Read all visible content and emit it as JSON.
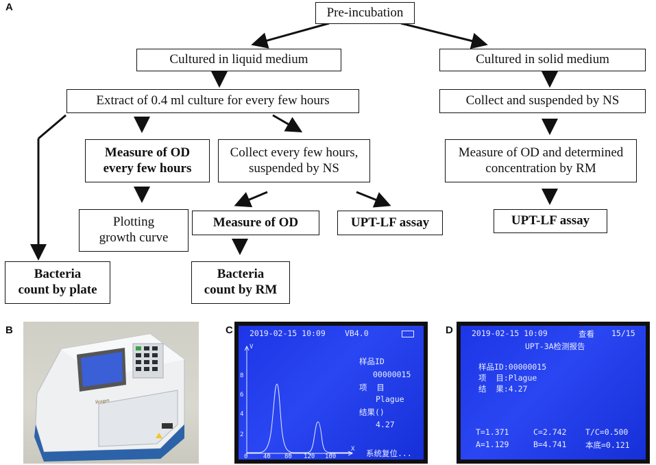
{
  "panels": {
    "a": "A",
    "b": "B",
    "c": "C",
    "d": "D"
  },
  "flow": {
    "preincubation": "Pre-incubation",
    "liquid": "Cultured in liquid medium",
    "solid": "Cultured in solid medium",
    "extract": "Extract of 0.4 ml culture for every few hours",
    "collect_ns": "Collect and suspended by NS",
    "measure_od_hours": "Measure of  OD\nevery few hours",
    "collect_every": "Collect every few hours,\nsuspended by NS",
    "measure_od_rm": "Measure of  OD and determined\nconcentration by RM",
    "plotting": "Plotting\ngrowth curve",
    "measure_od": "Measure of OD",
    "uptlf_left": "UPT-LF assay",
    "uptlf_right": "UPT-LF assay",
    "bacteria_plate": "Bacteria\ncount by plate",
    "bacteria_rm": "Bacteria\ncount by RM"
  },
  "device": {
    "brand": "Hotgen"
  },
  "screen_c": {
    "datetime": "2019-02-15 10:09",
    "version": "VB4.0",
    "yaxis_label": "V",
    "xaxis_label": "X",
    "yticks": [
      "8",
      "6",
      "4",
      "2"
    ],
    "xticks": [
      "0",
      "40",
      "80",
      "120",
      "160"
    ],
    "sample_id_label": "样品ID",
    "sample_id": "00000015",
    "item_label": "项  目",
    "item": "Plague",
    "result_label": "结果()",
    "result": "4.27",
    "reset": "系统复位..."
  },
  "screen_d": {
    "datetime": "2019-02-15 10:09",
    "view": "查看",
    "page": "15/15",
    "title": "UPT-3A检测报告",
    "sample_line": "样品ID:00000015",
    "item_line": "项  目:Plague",
    "result_line": "结  果:4.27",
    "t": "T=1.371",
    "c": "C=2.742",
    "tc": "T/C=0.500",
    "a": "A=1.129",
    "b": "B=4.741",
    "base": "本底=0.121"
  },
  "colors": {
    "screen": "#1d35e6",
    "screen_text": "#e8eeff",
    "device_body": "#e9ecef",
    "device_blue": "#2c62a8"
  }
}
